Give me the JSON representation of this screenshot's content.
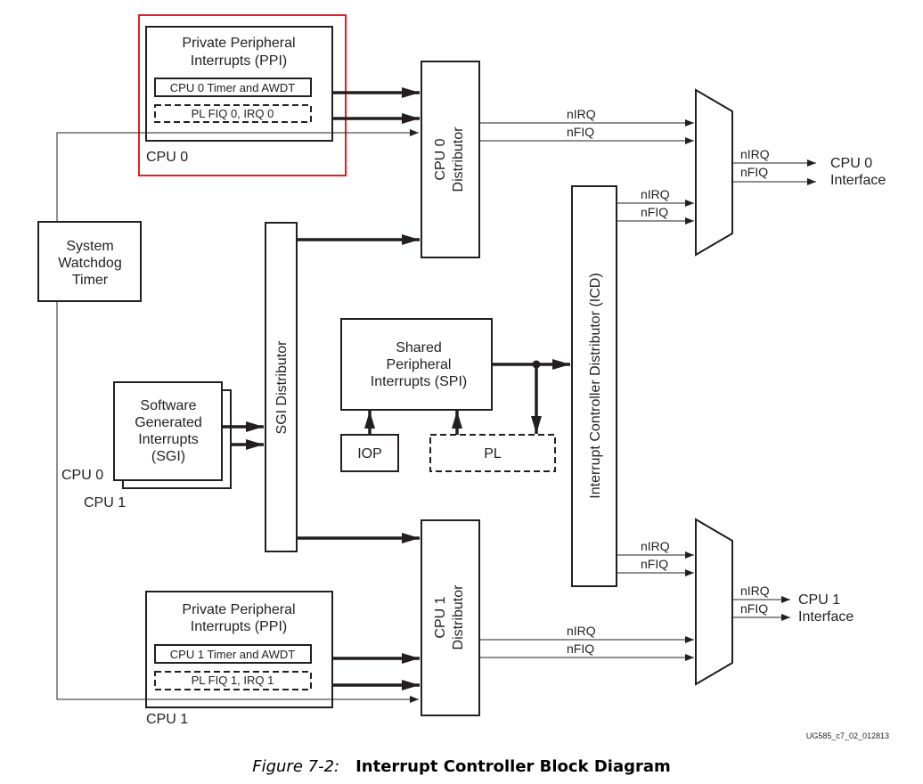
{
  "diagram": {
    "ppi_top": {
      "title_line1": "Private Peripheral",
      "title_line2": "Interrupts (PPI)",
      "timer": "CPU 0 Timer and AWDT",
      "pl_fiq": "PL FIQ 0, IRQ 0",
      "cpu_label": "CPU 0",
      "highlight_color": "#e31e24"
    },
    "ppi_bottom": {
      "title_line1": "Private Peripheral",
      "title_line2": "Interrupts (PPI)",
      "timer": "CPU 1 Timer and AWDT",
      "pl_fiq": "PL FIQ 1, IRQ 1",
      "cpu_label": "CPU 1"
    },
    "watchdog": {
      "line1": "System",
      "line2": "Watchdog",
      "line3": "Timer"
    },
    "sgi": {
      "line1": "Software",
      "line2": "Generated",
      "line3": "Interrupts",
      "line4": "(SGI)",
      "cpu0": "CPU 0",
      "cpu1": "CPU 1"
    },
    "sgi_distributor": "SGI Distributor",
    "cpu0_distributor": {
      "line1": "CPU 0",
      "line2": "Distributor"
    },
    "cpu1_distributor": {
      "line1": "CPU 1",
      "line2": "Distributor"
    },
    "spi": {
      "line1": "Shared",
      "line2": "Peripheral",
      "line3": "Interrupts (SPI)"
    },
    "iop": "IOP",
    "pl": "PL",
    "icd": "Interrupt Controller Distributor (ICD)",
    "signals": {
      "nirq": "nIRQ",
      "nfiq": "nFIQ"
    },
    "cpu0_interface": {
      "line1": "CPU 0",
      "line2": "Interface"
    },
    "cpu1_interface": {
      "line1": "CPU 1",
      "line2": "Interface"
    },
    "figure_id": "UG585_c7_02_012813"
  },
  "caption": {
    "number": "Figure 7-2:",
    "title": "Interrupt Controller Block Diagram"
  }
}
